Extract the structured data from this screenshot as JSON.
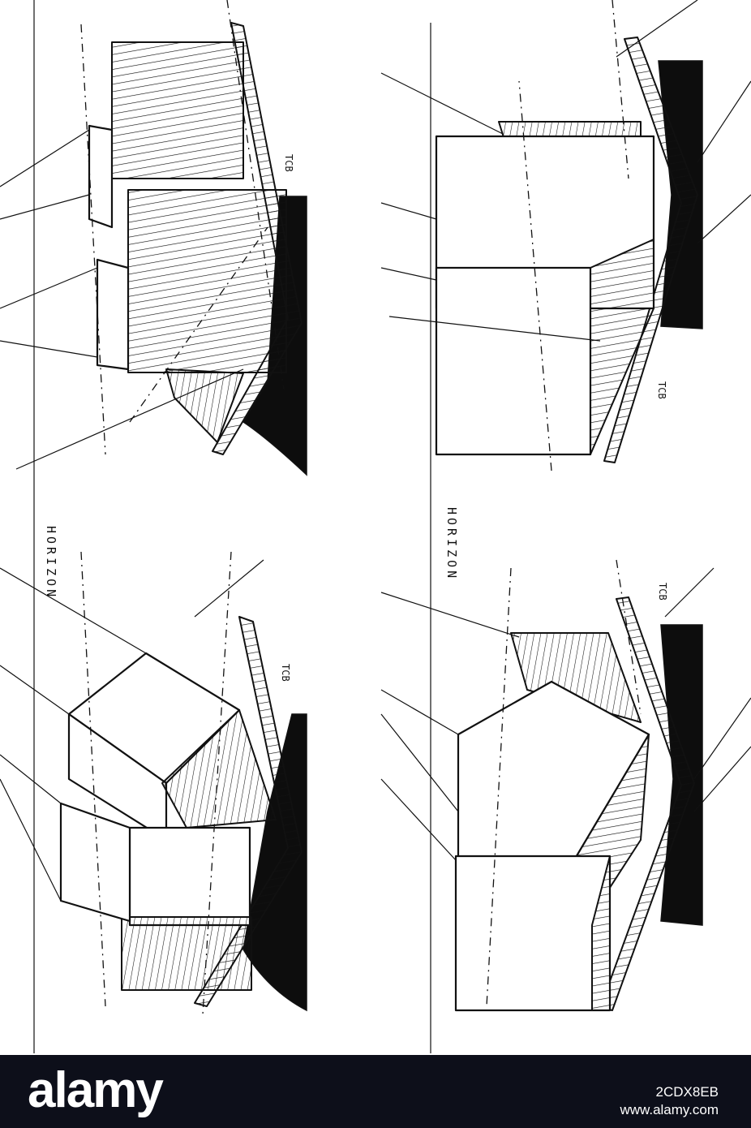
{
  "figure": {
    "horizon_labels": [
      "HORIZON",
      "HORIZON"
    ],
    "initials": [
      "TCB",
      "TCB",
      "TCB",
      "TCB"
    ]
  },
  "stock_bar": {
    "brand": "alamy",
    "image_id": "2CDX8EB",
    "url": "www.alamy.com"
  }
}
